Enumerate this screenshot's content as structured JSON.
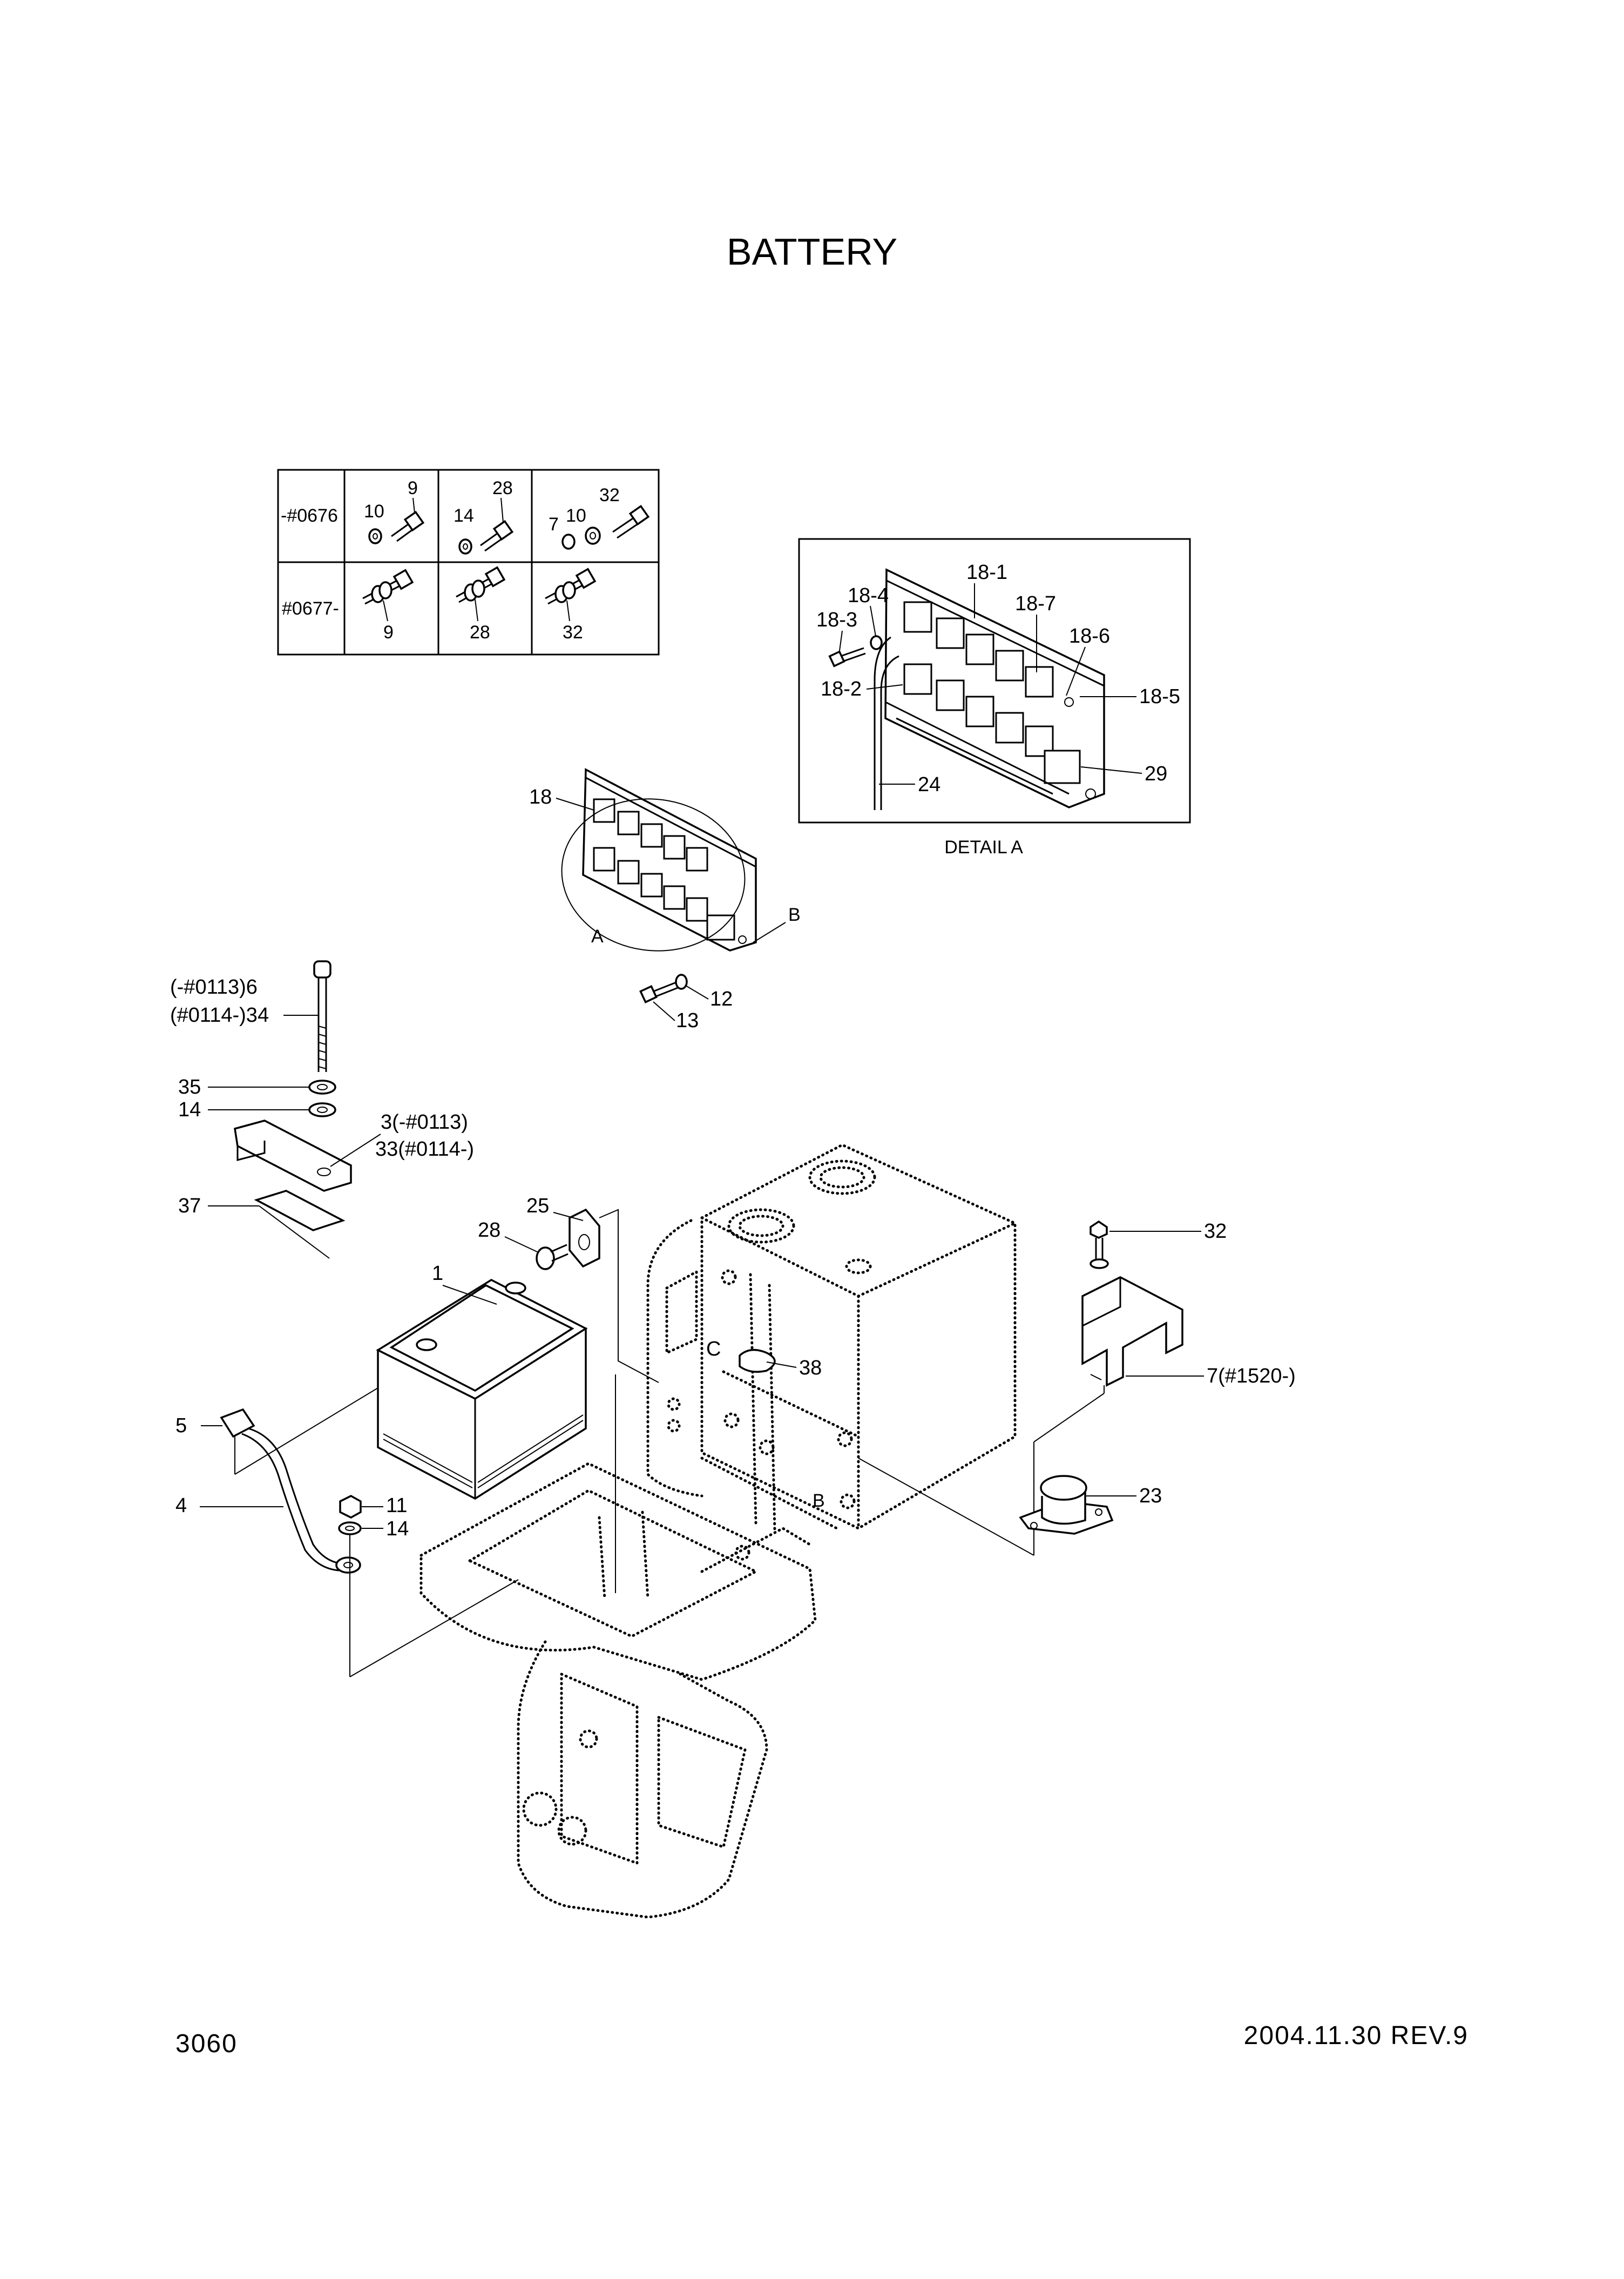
{
  "title": "BATTERY",
  "page_number": "3060",
  "date_rev": "2004.11.30   REV.9",
  "serial_table": {
    "row1_label": "-#0676",
    "row2_label": "#0677-",
    "row1": [
      {
        "labels": [
          "10",
          "9"
        ]
      },
      {
        "labels": [
          "14",
          "28"
        ]
      },
      {
        "labels": [
          "7",
          "10",
          "32"
        ]
      }
    ],
    "row2": [
      {
        "labels": [
          "9"
        ]
      },
      {
        "labels": [
          "28"
        ]
      },
      {
        "labels": [
          "32"
        ]
      }
    ]
  },
  "detail_box": {
    "caption": "DETAIL  A",
    "labels": {
      "p18_1": "18-1",
      "p18_4": "18-4",
      "p18_7": "18-7",
      "p18_3": "18-3",
      "p18_6": "18-6",
      "p18_2": "18-2",
      "p18_5": "18-5",
      "p24": "24",
      "p29": "29"
    }
  },
  "callouts": {
    "p18": "18",
    "ref_a": "A",
    "ref_b": "B",
    "p12": "12",
    "p13": "13",
    "p6": "(-#0113)6",
    "p34": "(#0114-)34",
    "p35": "35",
    "p14a": "14",
    "p3": "3(-#0113)",
    "p33": "33(#0114-)",
    "p37": "37",
    "p25": "25",
    "p28": "28",
    "p1": "1",
    "p32": "32",
    "ref_c": "C",
    "p38": "38",
    "p7": "7(#1520-)",
    "p5": "5",
    "p4": "4",
    "p11": "11",
    "p14b": "14",
    "p23": "23",
    "ref_b2": "B"
  }
}
